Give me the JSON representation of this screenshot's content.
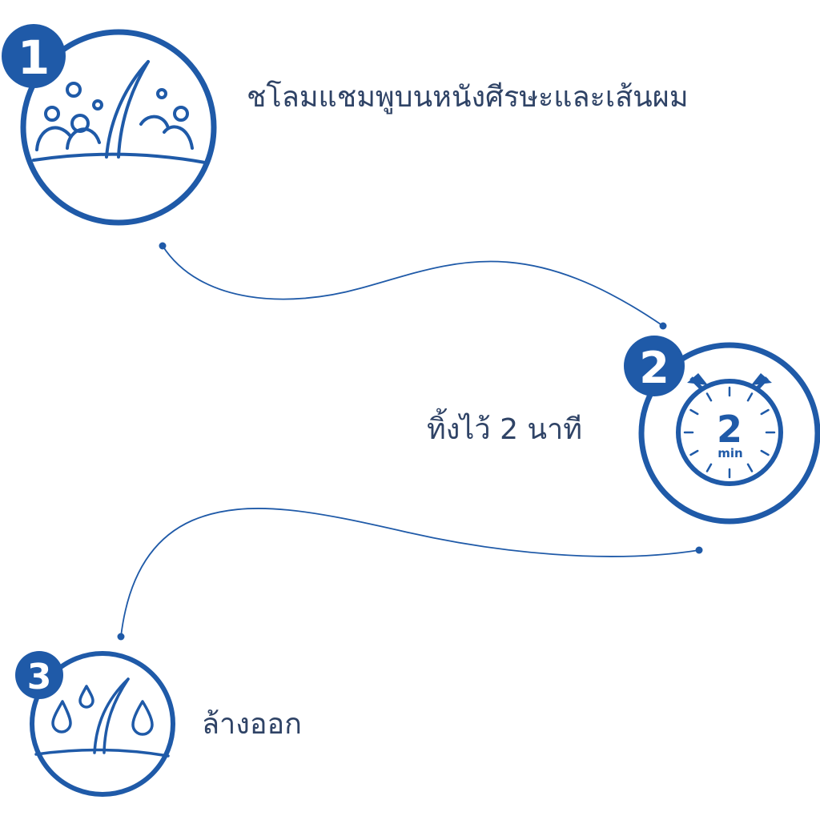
{
  "colors": {
    "primary": "#1f5aa8",
    "badge": "#1f5aa8",
    "text": "#2f4366",
    "background": "#ffffff"
  },
  "steps": [
    {
      "badge": "1",
      "icon": "scalp-lather-icon",
      "text": "ชโลมแชมพูบนหนังศีรษะและเส้นผม"
    },
    {
      "badge": "2",
      "icon": "stopwatch-icon",
      "timer_value": "2",
      "timer_unit": "min",
      "text": "ทิ้งไว้ 2 นาที"
    },
    {
      "badge": "3",
      "icon": "rinse-drops-icon",
      "text": "ล้างออก"
    }
  ]
}
